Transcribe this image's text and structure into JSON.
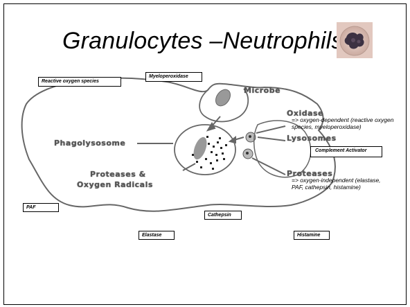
{
  "slide": {
    "title": "Granulocytes –Neutrophils",
    "icon": "neutrophil-micrograph-icon"
  },
  "diagram_labels": {
    "microbe": "Microbe",
    "oxidase": "Oxidase",
    "lysosomes": "Lysosomes",
    "phagolysosome": "Phagolysosome",
    "proteases_oxygen_1": "Proteases &",
    "proteases_oxygen_2": "Oxygen Radicals",
    "proteases": "Proteases"
  },
  "notes": {
    "oxygen_dependent": "=> oxygen-dependent (reactive oxygen species, myeloperoxidase)",
    "oxygen_independent": "=> oxygen-independent (elastase, PAF, cathepsin, histamine)"
  },
  "boxes": {
    "reactive_oxygen": "Reactive oxygen species",
    "myeloperoxidase": "Myeloperoxidase",
    "complement_activator": "Complement Activator",
    "paf": "PAF",
    "cathepsin": "Cathepsin",
    "elastase": "Elastase",
    "histamine": "Histamine"
  }
}
